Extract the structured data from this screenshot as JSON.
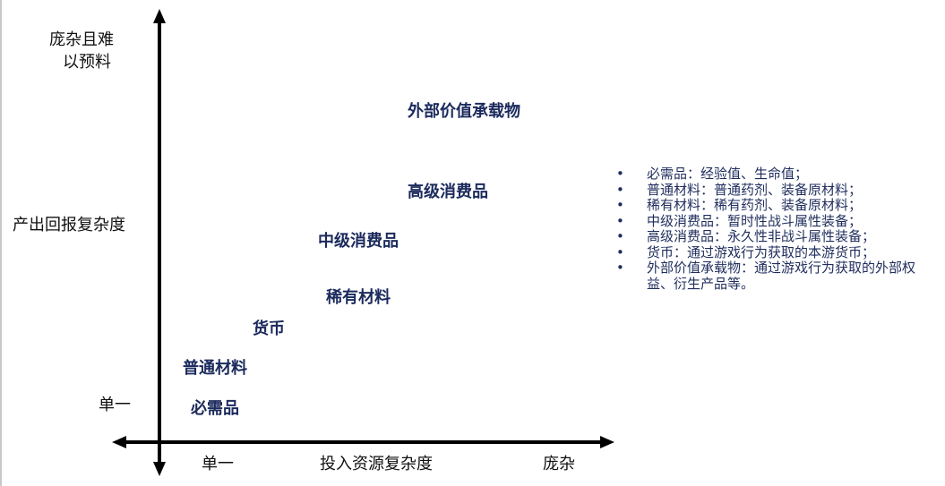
{
  "colors": {
    "item_text": "#1b2a5c",
    "axis": "#000000"
  },
  "y_axis": {
    "top_label_line1": "庞杂且难",
    "top_label_line2": "以预料",
    "title": "产出回报复杂度",
    "bottom_label": "单一"
  },
  "x_axis": {
    "left_label": "单一",
    "title": "投入资源复杂度",
    "right_label": "庞杂"
  },
  "items": [
    {
      "label": "外部价值承载物"
    },
    {
      "label": "高级消费品"
    },
    {
      "label": "中级消费品"
    },
    {
      "label": "稀有材料"
    },
    {
      "label": "货币"
    },
    {
      "label": "普通材料"
    },
    {
      "label": "必需品"
    }
  ],
  "legend": [
    "必需品：经验值、生命值；",
    "普通材料：普通药剂、装备原材料；",
    "稀有材料：稀有药剂、装备原材料；",
    "中级消费品：暂时性战斗属性装备；",
    "高级消费品：永久性非战斗属性装备；",
    "货币：通过游戏行为获取的本游货币；",
    "外部价值承载物：通过游戏行为获取的外部权益、衍生产品等。"
  ]
}
